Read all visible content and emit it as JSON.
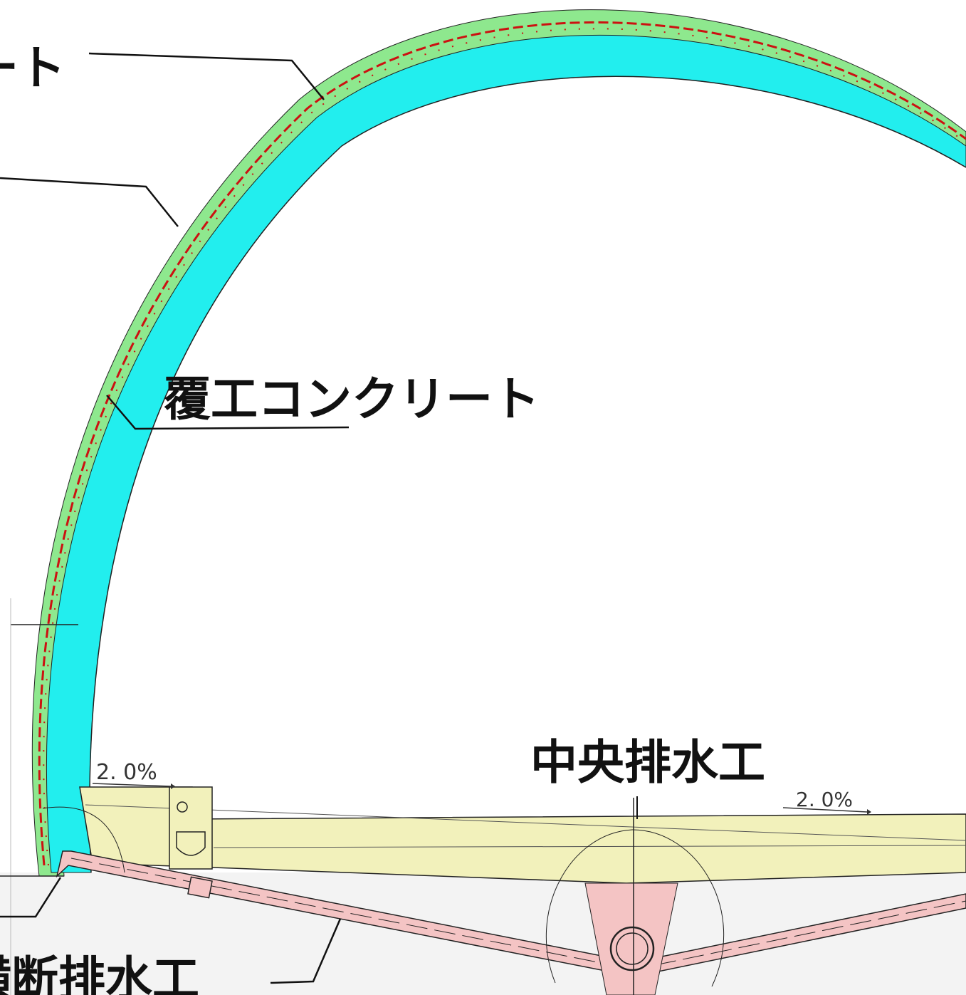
{
  "labels": {
    "shotcrete_partial": "ート",
    "lining_concrete": "覆工コンクリート",
    "central_drain": "中央排水工",
    "transverse_drain_partial": "横断排水工"
  },
  "slope": {
    "left": "2. 0%",
    "right": "2. 0%"
  },
  "colors": {
    "lining": "#22eeee",
    "shotcrete": "#8ee88e",
    "waterproof": "#cc1111",
    "invert": "#f2f1bb",
    "drain": "#f4c4c4",
    "ground": "#f3f3f3",
    "line": "#222222"
  }
}
